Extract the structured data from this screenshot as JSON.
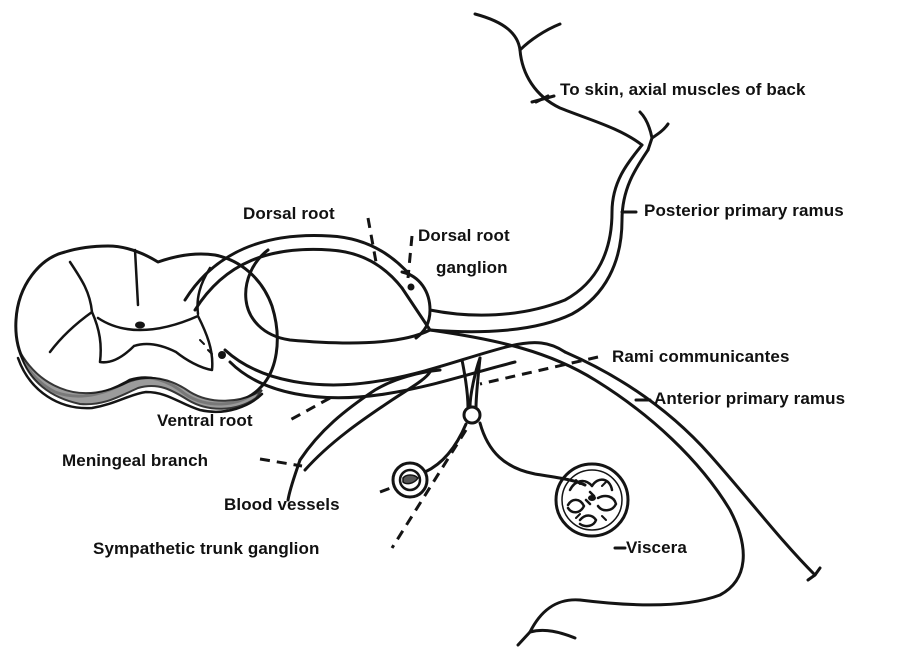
{
  "labels": {
    "skin": "To skin, axial muscles of back",
    "posterior_ramus": "Posterior primary ramus",
    "dorsal_root": "Dorsal root",
    "dorsal_root_ganglion_line1": "Dorsal root",
    "dorsal_root_ganglion_line2": "ganglion",
    "rami_communicantes": "Rami communicantes",
    "anterior_ramus": "Anterior primary ramus",
    "ventral_root": "Ventral root",
    "meningeal_branch": "Meningeal branch",
    "blood_vessels": "Blood vessels",
    "sympathetic_ganglion": "Sympathetic trunk ganglion",
    "viscera": "Viscera"
  },
  "colors": {
    "ink": "#141414",
    "background": "#ffffff",
    "stipple": "#8a8a8a"
  }
}
